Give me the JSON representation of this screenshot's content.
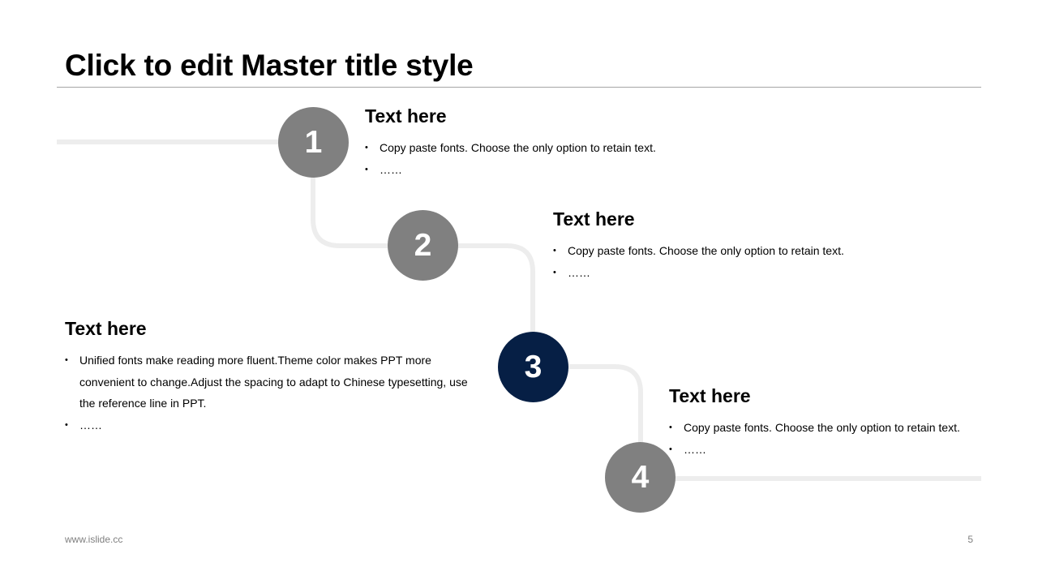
{
  "slide": {
    "title": "Click to edit Master title style",
    "footer_url": "www.islide.cc",
    "page_number": "5"
  },
  "steps": [
    {
      "number": "1",
      "heading": "Text here",
      "bullets": [
        "Copy paste fonts. Choose the only option to retain text.",
        "……"
      ]
    },
    {
      "number": "2",
      "heading": "Text here",
      "bullets": [
        "Copy paste fonts. Choose the only option to retain text.",
        "……"
      ]
    },
    {
      "number": "3",
      "heading": "Text here",
      "bullets": [
        "Unified fonts make reading more fluent.Theme color makes PPT more convenient to change.Adjust the spacing to adapt to Chinese typesetting, use the reference line in PPT.",
        "……"
      ]
    },
    {
      "number": "4",
      "heading": "Text here",
      "bullets": [
        "Copy paste fonts. Choose the only option to retain text.",
        "……"
      ]
    }
  ],
  "colors": {
    "step_inactive": "#808080",
    "step_active": "#061f45",
    "path_line": "#ededed",
    "rule": "#a6a6a6"
  }
}
